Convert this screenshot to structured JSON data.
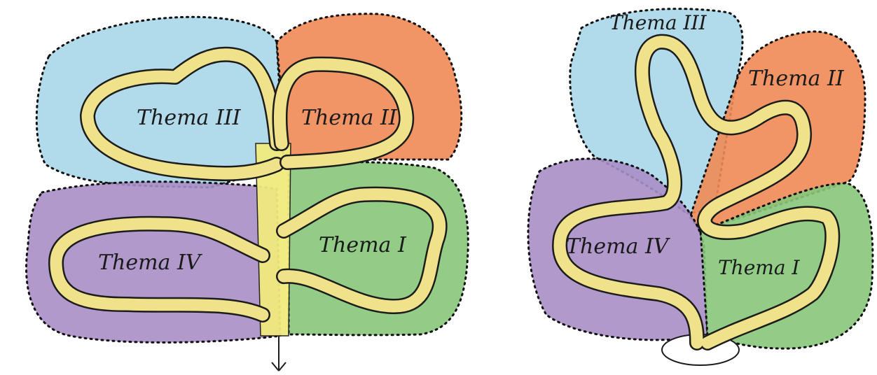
{
  "left_diagram": {
    "labels": {
      "thema_3": "Thema III",
      "thema_2": "Thema II",
      "thema_4": "Thema IV",
      "thema_1": "Thema I"
    }
  },
  "right_diagram": {
    "labels": {
      "thema_3": "Thema III",
      "thema_2": "Thema II",
      "thema_4": "Thema IV",
      "thema_1": "Thema I"
    }
  },
  "colors": {
    "blue_region": "#a9d6e8",
    "orange_region": "#ef8a55",
    "green_region": "#86c67a",
    "purple_region": "#a88ec6",
    "path_fill": "#efe28a",
    "path_outline": "#1c1c1c",
    "trunk": "#f1ea7e"
  }
}
